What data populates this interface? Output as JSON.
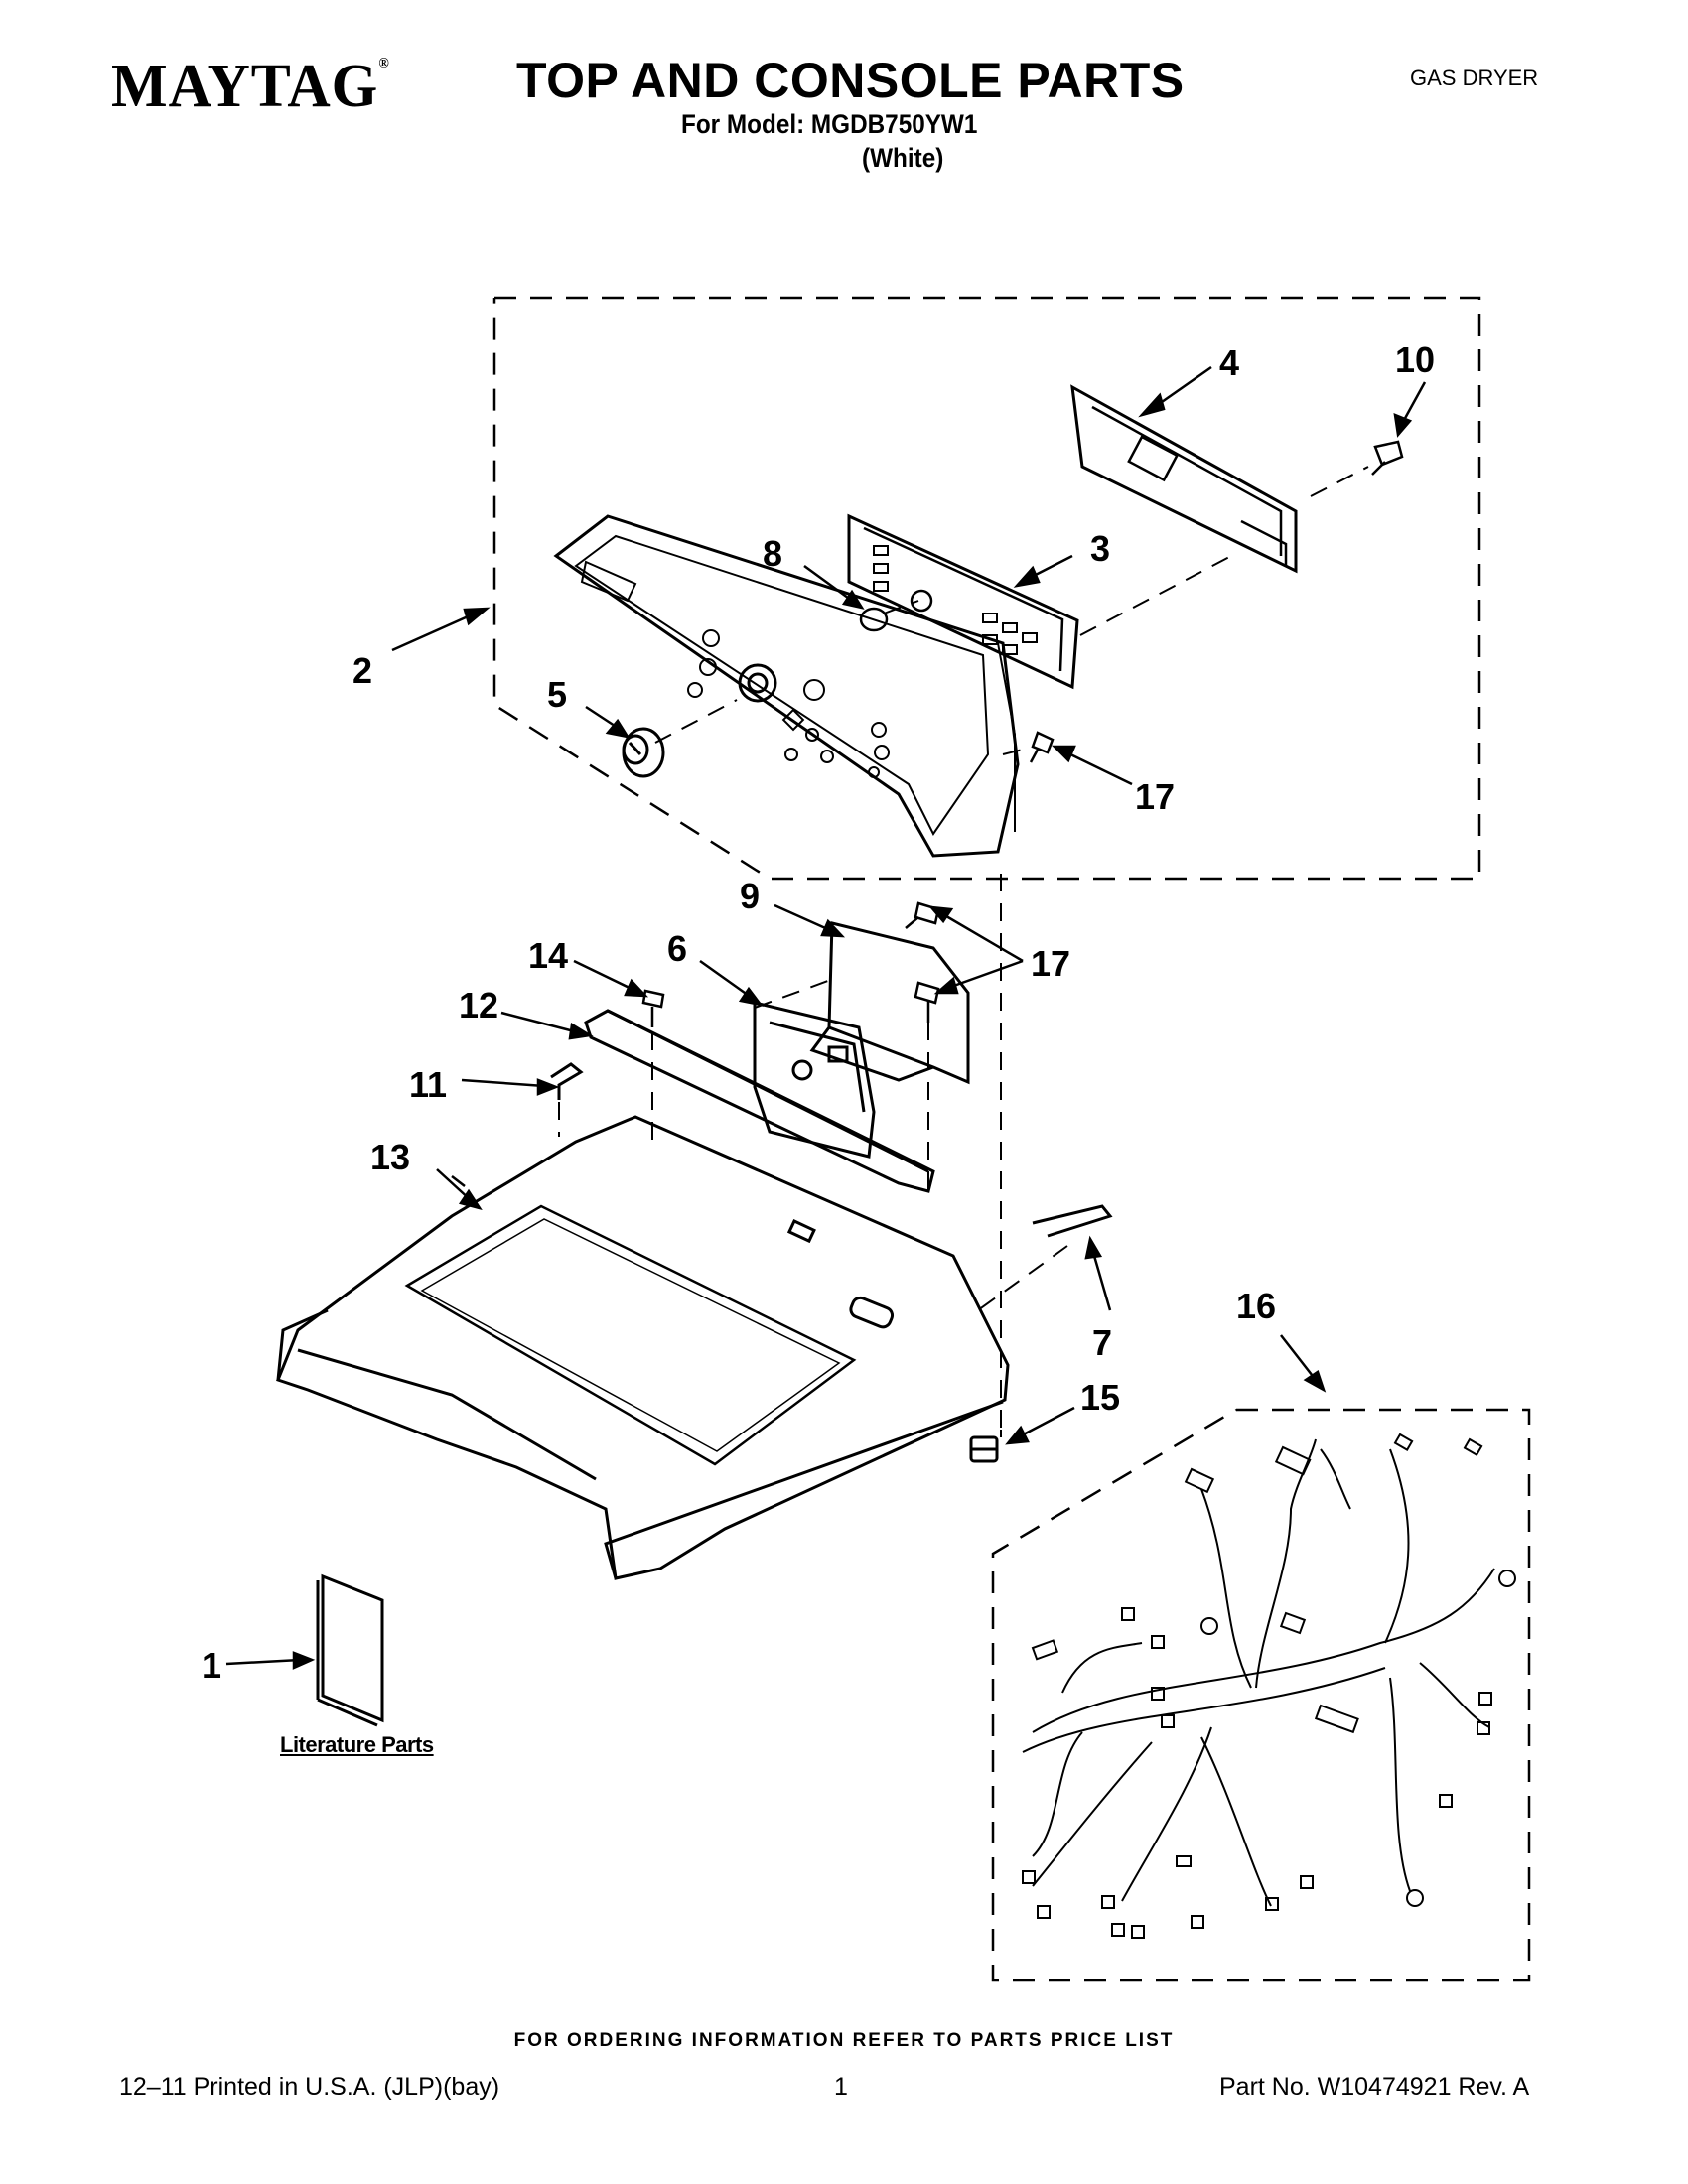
{
  "header": {
    "brand": "MAYTAG",
    "brand_mark": "®",
    "title": "TOP AND CONSOLE PARTS",
    "model_line": "For Model: MGDB750YW1",
    "color_line": "(White)",
    "product_type": "GAS DRYER"
  },
  "callouts": [
    "1",
    "2",
    "3",
    "4",
    "5",
    "6",
    "7",
    "8",
    "9",
    "10",
    "11",
    "12",
    "13",
    "14",
    "15",
    "16",
    "17",
    "17"
  ],
  "literature_label": "Literature Parts",
  "footer": {
    "order_note": "FOR ORDERING INFORMATION REFER TO PARTS PRICE LIST",
    "printed": "12–11 Printed in U.S.A. (JLP)(bay)",
    "page": "1",
    "part_no": "Part No. W10474921 Rev. A"
  }
}
